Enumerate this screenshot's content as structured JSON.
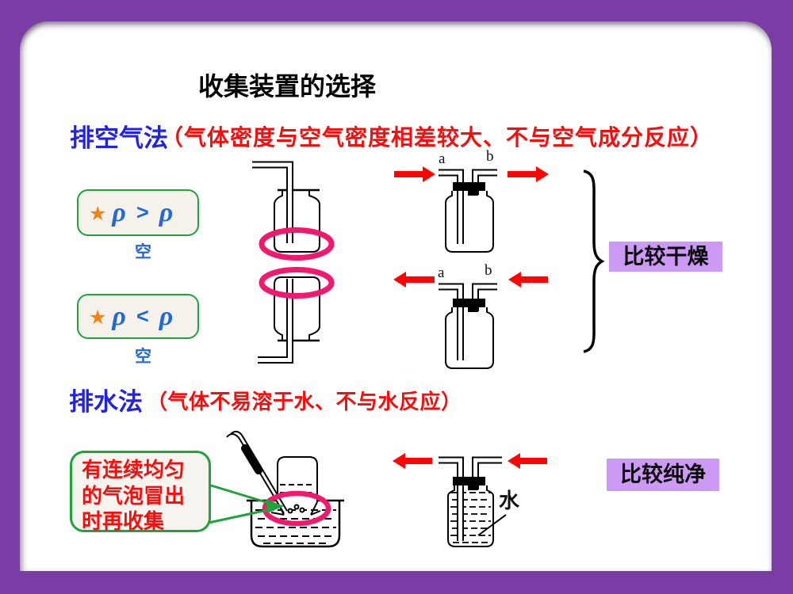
{
  "title": "收集装置的选择",
  "air_method": {
    "heading": "排空气法",
    "condition": "（气体密度与空气密度相差较大、不与空气成分反应）",
    "denser": {
      "star": "★",
      "rho": "ρ",
      "op": ">",
      "rho2": "ρ",
      "subscript": "空"
    },
    "lighter": {
      "star": "★",
      "rho": "ρ",
      "op": "<",
      "rho2": "ρ",
      "subscript": "空"
    },
    "result": "比较干燥"
  },
  "water_method": {
    "heading": "排水法",
    "condition": "（气体不易溶于水、不与水反应）",
    "callout": {
      "line1": "有连续均匀",
      "line2": "的气泡冒出",
      "line3": "时再收集"
    },
    "water_label": "水",
    "result": "比较纯净"
  },
  "tube_labels": {
    "a": "a",
    "b": "b"
  },
  "colors": {
    "background_purple": "#7A3CA5",
    "highlight_purple": "#CC99F5",
    "heading_blue": "#2222E6",
    "condition_red": "#F80C0C",
    "arrow_red": "#FB0505",
    "ellipse_pink": "#F1186E",
    "box_green": "#1FA33A",
    "rho_blue": "#2268D8",
    "star_orange": "#EF8318"
  }
}
